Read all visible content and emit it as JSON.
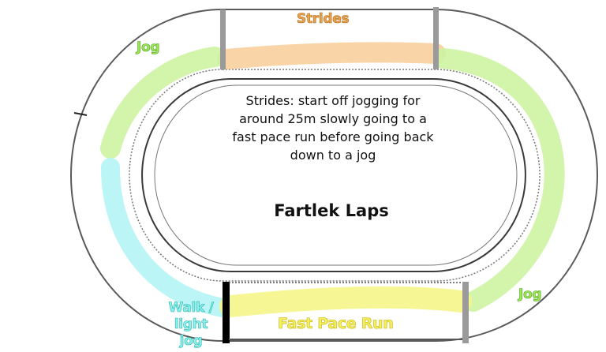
{
  "diagram": {
    "title": "Fartlek Laps",
    "description": "Strides: start off jogging for around 25m slowly going to a fast pace run before going back down to a jog",
    "segments": {
      "strides": {
        "label": "Strides",
        "color": "#f8cc98"
      },
      "jog_left": {
        "label": "Jog",
        "color": "#cdf3a2"
      },
      "jog_right": {
        "label": "Jog",
        "color": "#cdf3a2"
      },
      "walk": {
        "label": "Walk / light jog",
        "color": "#b8f4f6"
      },
      "fast_pace": {
        "label": "Fast Pace Run",
        "color": "#f6f58a"
      }
    },
    "track": {
      "line_color": "#5a5a5a",
      "marker_color": "#9a9a9a",
      "start_marker_color": "#000000"
    }
  }
}
